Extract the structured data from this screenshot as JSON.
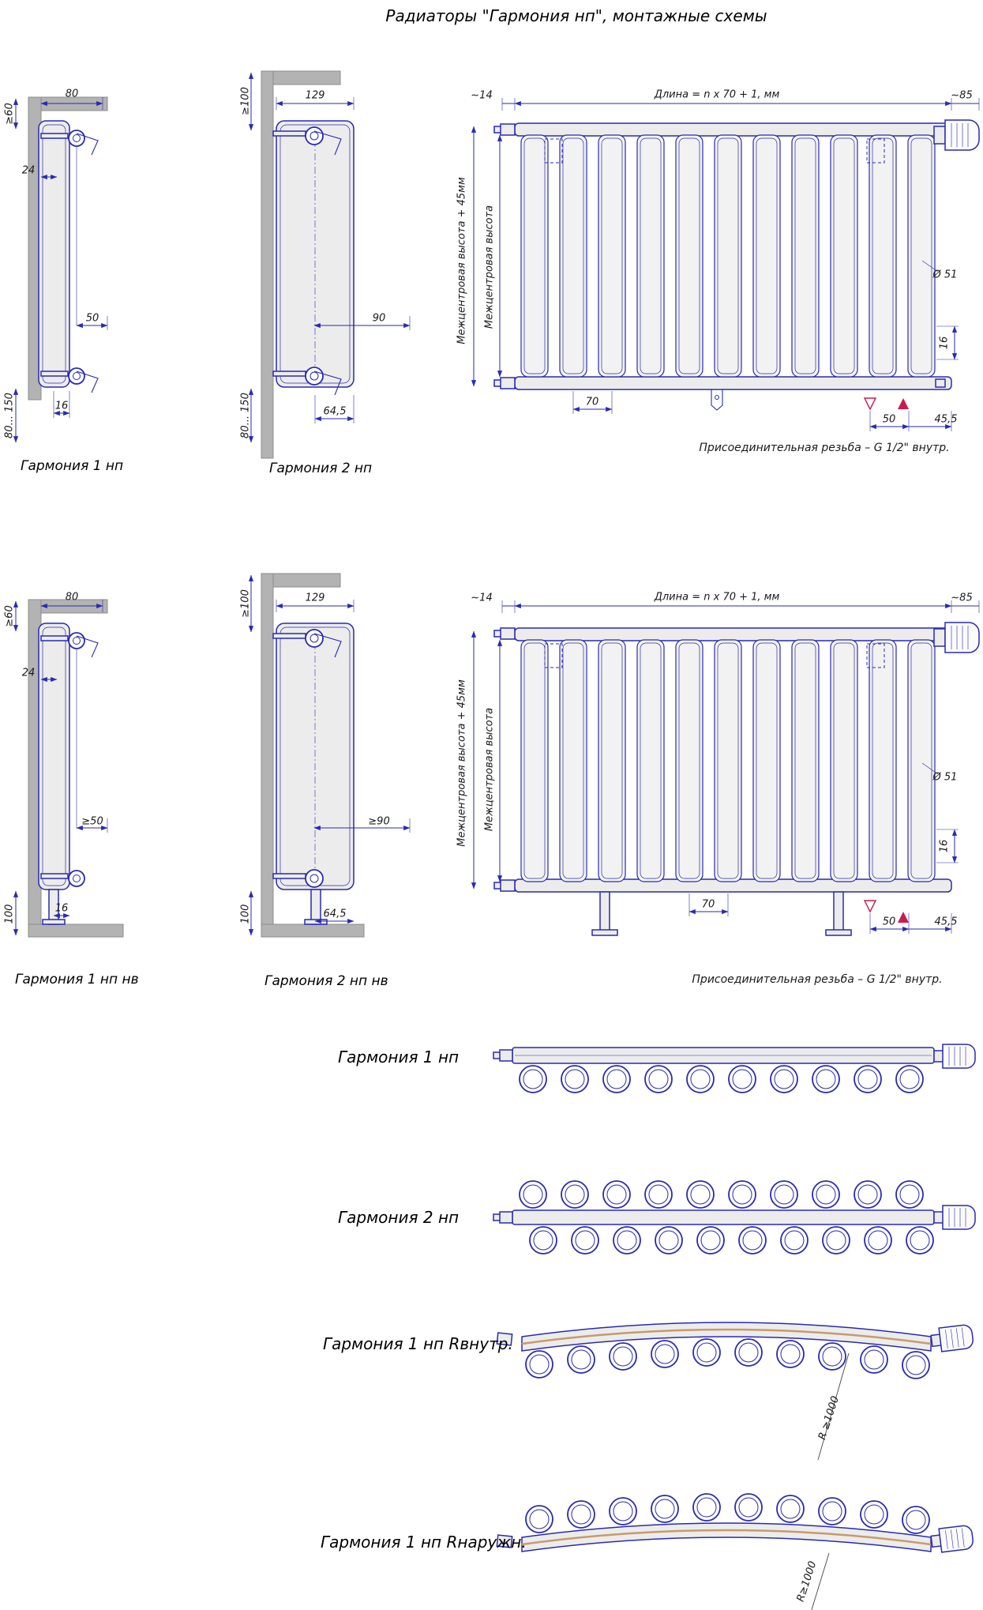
{
  "title": "Радиаторы \"Гармония нп\", монтажные схемы",
  "row1": {
    "side1": {
      "label": "Гармония 1 нп",
      "ge60": "≥60",
      "w80": "80",
      "o24": "24",
      "d50": "50",
      "d16": "16",
      "range": "80... 150"
    },
    "side2": {
      "label": "Гармония 2 нп",
      "ge100": "≥100",
      "w129": "129",
      "d90": "90",
      "d645": "64,5",
      "range": "80... 150"
    },
    "front": {
      "d14": "~14",
      "len": "Длина = n x 70 + 1, мм",
      "d85": "~85",
      "v1": "Межцентровая высота + 45мм",
      "v2": "Межцентровая высота",
      "dia": "Ø 51",
      "d16": "16",
      "d70": "70",
      "d50": "50",
      "d455": "45,5",
      "caption": "Присоединительная резьба – G 1/2\" внутр."
    }
  },
  "row2": {
    "side1": {
      "label": "Гармония 1 нп нв",
      "ge60": "≥60",
      "w80": "80",
      "o24": "24",
      "ge50": "≥50",
      "d16": "16",
      "h100": "100"
    },
    "side2": {
      "label": "Гармония 2 нп нв",
      "ge100": "≥100",
      "w129": "129",
      "ge90": "≥90",
      "d645": "64,5",
      "h100": "100"
    },
    "front": {
      "d14": "~14",
      "len": "Длина = n x 70 + 1, мм",
      "d85": "~85",
      "v1": "Межцентровая высота + 45мм",
      "v2": "Межцентровая высота",
      "dia": "Ø 51",
      "d16": "16",
      "d70": "70",
      "d50": "50",
      "d455": "45,5",
      "caption": "Присоединительная резьба – G 1/2\" внутр."
    }
  },
  "row3": {
    "top1": "Гармония 1 нп",
    "top2": "Гармония 2 нп",
    "curve_in": "Гармония 1 нп Rвнутр.",
    "r_in": "R ≥1000",
    "curve_out": "Гармония 1 нп Rнаружн.",
    "r_out": "R≥1000"
  },
  "colors": {
    "line": "#2a2ab0",
    "wall": "#b3b3b3",
    "fill": "#ececec",
    "flow_arrow": "#cc1a4d",
    "pipe_tan": "#c89a6a"
  }
}
